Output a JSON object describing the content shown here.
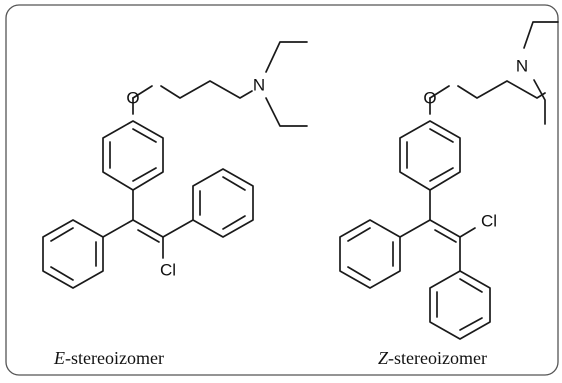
{
  "frame": {
    "stroke": "#555555"
  },
  "bond_color": "#1a1a1a",
  "structures": [
    {
      "atoms": {
        "oxygen": "O",
        "nitrogen": "N",
        "chlorine": "Cl"
      },
      "caption": {
        "letter": "E",
        "text": "-stereoizomer"
      }
    },
    {
      "atoms": {
        "oxygen": "O",
        "nitrogen": "N",
        "chlorine": "Cl"
      },
      "caption": {
        "letter": "Z",
        "text": "-stereoizomer"
      }
    }
  ]
}
